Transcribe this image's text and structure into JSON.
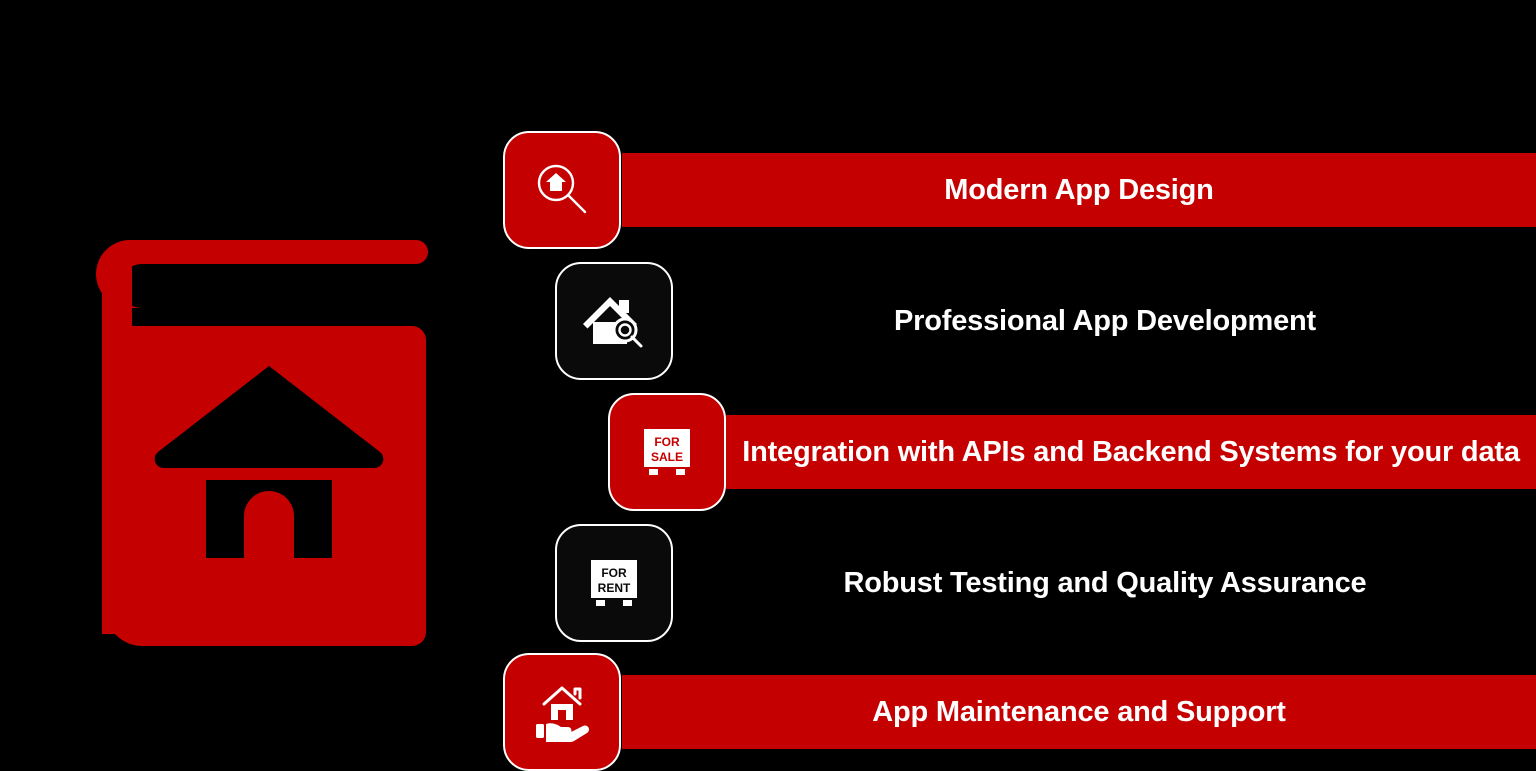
{
  "theme": {
    "background": "#000000",
    "accent_red": "#C50000",
    "text_color": "#FFFFFF"
  },
  "illustration": {
    "name": "real-estate-book",
    "description": "spiral bound book with house"
  },
  "rows": [
    {
      "label": "Modern App Design",
      "icon": "house-magnifier-search-icon",
      "tile_style": "red",
      "bar_visible": true
    },
    {
      "label": "Professional App Development",
      "icon": "house-with-magnifier-icon",
      "tile_style": "dark",
      "bar_visible": false
    },
    {
      "label": "Integration with APIs and Backend Systems for your data",
      "icon": "for-sale-sign-icon",
      "tile_style": "red",
      "bar_visible": true,
      "sign_line_1": "FOR",
      "sign_line_2": "SALE"
    },
    {
      "label": "Robust Testing and Quality Assurance",
      "icon": "for-rent-sign-icon",
      "tile_style": "dark",
      "bar_visible": false,
      "sign_line_1": "FOR",
      "sign_line_2": "RENT"
    },
    {
      "label": "App Maintenance and Support",
      "icon": "hand-holding-house-icon",
      "tile_style": "red",
      "bar_visible": true
    }
  ]
}
